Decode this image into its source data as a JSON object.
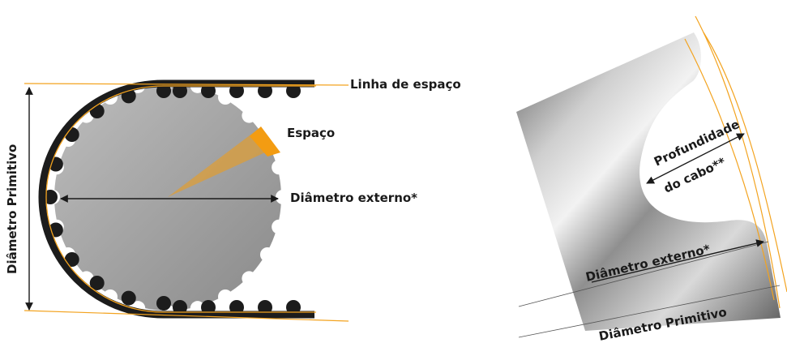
{
  "diagram": {
    "left": {
      "pitch_line_label": "Linha de espaço",
      "gap_label": "Espaço",
      "outer_diameter_label": "Diâmetro externo*",
      "pitch_diameter_label": "Diâmetro Primitivo"
    },
    "right": {
      "cable_depth_label_line1": "Profundidade",
      "cable_depth_label_line2": "do cabo**",
      "outer_diameter_label": "Diâmetro externo*",
      "pitch_diameter_label": "Diâmetro Primitivo"
    },
    "colors": {
      "belt": "#1c1c1c",
      "pitch_line": "#f3a31f",
      "gap_wedge": "#f39c12",
      "pulley_fill": "#9a9a9a",
      "metal_dark": "#4a4a4a",
      "metal_light": "#ececec"
    }
  }
}
